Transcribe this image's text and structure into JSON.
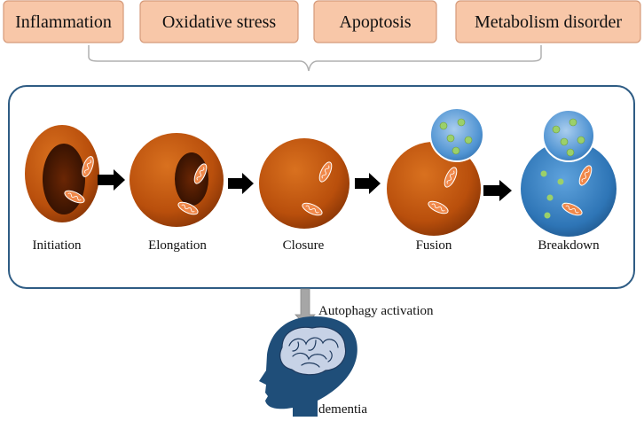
{
  "factors": [
    {
      "label": "Inflammation"
    },
    {
      "label": "Oxidative stress"
    },
    {
      "label": "Apoptosis"
    },
    {
      "label": "Metabolism disorder"
    }
  ],
  "stages": [
    {
      "label": "Initiation"
    },
    {
      "label": "Elongation"
    },
    {
      "label": "Closure"
    },
    {
      "label": "Fusion"
    },
    {
      "label": "Breakdown"
    }
  ],
  "activation_label": "Autophagy activation",
  "outcome_label": "dementia",
  "colors": {
    "factor_fill": "#f8c7a8",
    "factor_stroke": "#d59a7a",
    "panel_stroke": "#2e5c84",
    "phagophore": "#c55a11",
    "lysosome": "#2e75b6",
    "head": "#1f4e79",
    "brain": "#c7d2e6",
    "arrow": "#000000",
    "down_arrow": "#a6a6a6"
  }
}
